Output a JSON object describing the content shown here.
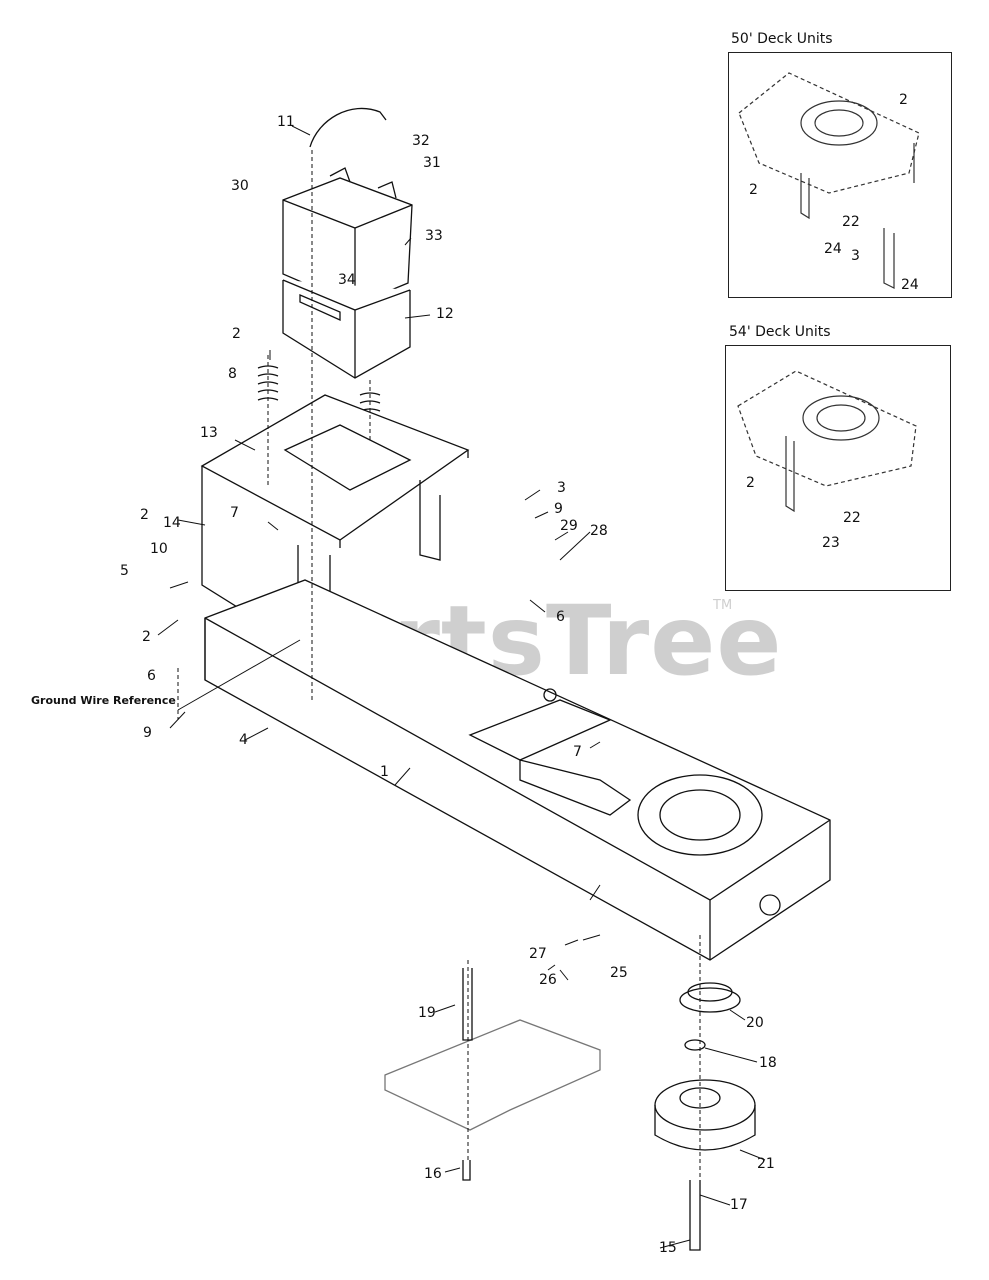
{
  "watermark": {
    "text": "PartsTree",
    "tm": "TM"
  },
  "insets": [
    {
      "title": "50' Deck Units",
      "labels": [
        "2",
        "2",
        "22",
        "24",
        "3",
        "24"
      ]
    },
    {
      "title": "54' Deck Units",
      "labels": [
        "2",
        "22",
        "23"
      ]
    }
  ],
  "callouts": {
    "n1": "1",
    "n2a": "2",
    "n2b": "2",
    "n2c": "2",
    "n3": "3",
    "n4": "4",
    "n5": "5",
    "n6a": "6",
    "n6b": "6",
    "n7a": "7",
    "n7b": "7",
    "n8": "8",
    "n9a": "9",
    "n9b": "9",
    "n10": "10",
    "n11": "11",
    "n12": "12",
    "n13": "13",
    "n14": "14",
    "n15": "15",
    "n16": "16",
    "n17": "17",
    "n18": "18",
    "n19": "19",
    "n20": "20",
    "n21": "21",
    "n25": "25",
    "n26": "26",
    "n27": "27",
    "n28": "28",
    "n29": "29",
    "n30": "30",
    "n31": "31",
    "n32": "32",
    "n33": "33",
    "n34": "34"
  },
  "ground_wire_reference": "Ground Wire Reference"
}
